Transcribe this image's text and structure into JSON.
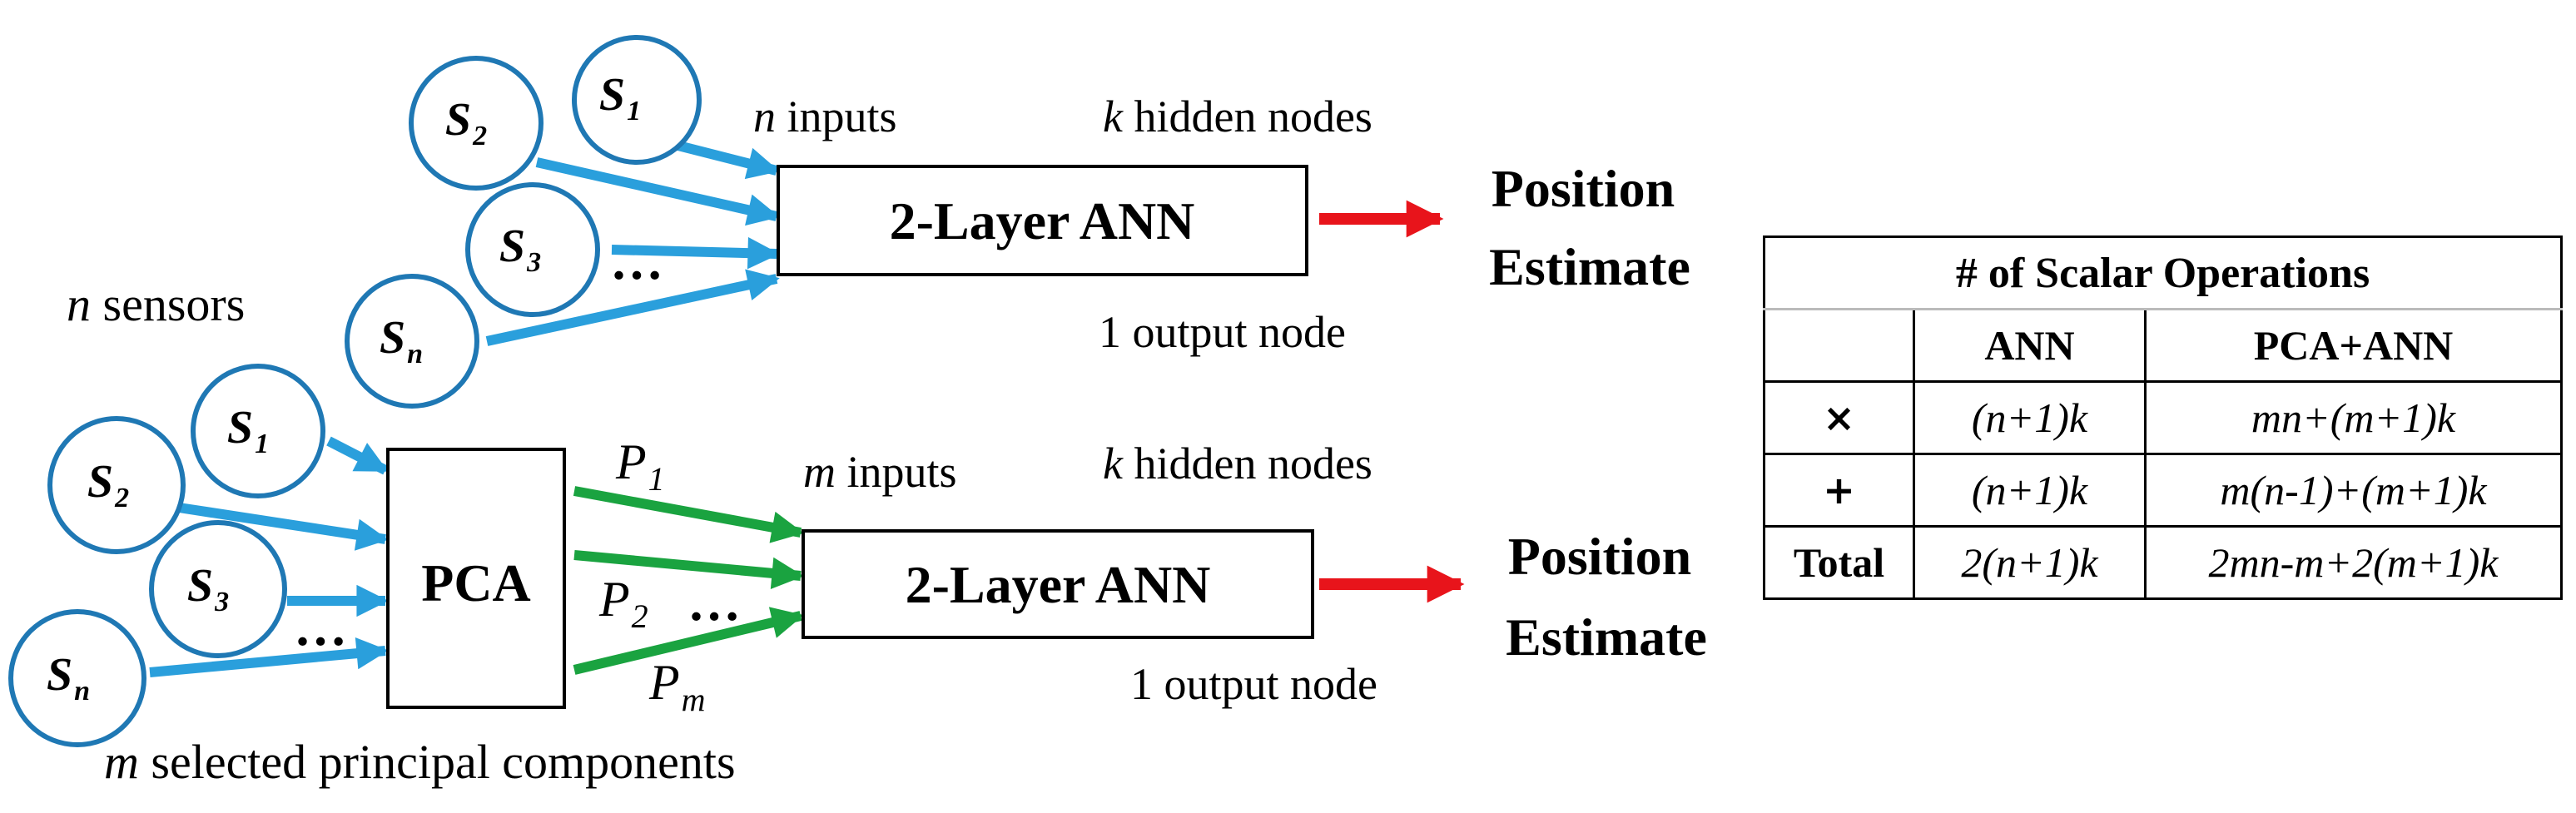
{
  "top": {
    "sensors": [
      {
        "main": "S",
        "sub": "1"
      },
      {
        "main": "S",
        "sub": "2"
      },
      {
        "main": "S",
        "sub": "3"
      },
      {
        "main": "S",
        "sub": "n"
      }
    ],
    "ellipsis": "…",
    "inputs_var": "n",
    "inputs_text": " inputs",
    "hidden_var": "k",
    "hidden_text": " hidden nodes",
    "ann_label": "2-Layer ANN",
    "output_text": "1 output node",
    "result_line1": "Position",
    "result_line2": "Estimate"
  },
  "sensors_caption": {
    "var": "n",
    "text": " sensors"
  },
  "bottom": {
    "sensors": [
      {
        "main": "S",
        "sub": "1"
      },
      {
        "main": "S",
        "sub": "2"
      },
      {
        "main": "S",
        "sub": "3"
      },
      {
        "main": "S",
        "sub": "n"
      }
    ],
    "ellipsis": "…",
    "pca_label": "PCA",
    "components": [
      {
        "main": "P",
        "sub": "1"
      },
      {
        "main": "P",
        "sub": "2"
      },
      {
        "main": "P",
        "sub": "m"
      }
    ],
    "comp_ellipsis": "…",
    "inputs_var": "m",
    "inputs_text": " inputs",
    "hidden_var": "k",
    "hidden_text": " hidden nodes",
    "ann_label": "2-Layer ANN",
    "output_text": "1 output node",
    "result_line1": "Position",
    "result_line2": "Estimate",
    "caption_var": "m",
    "caption_text": " selected principal components"
  },
  "colors": {
    "sensor_stroke": "#1f78b4",
    "sensor_arrow": "#2a9fdc",
    "component_arrow": "#1aa340",
    "output_arrow": "#e8141b"
  },
  "table": {
    "title": "# of Scalar Operations",
    "columns": [
      "",
      "ANN",
      "PCA+ANN"
    ],
    "rows": [
      {
        "label": "×",
        "ann": "(n+1)k",
        "pca_ann": "mn+(m+1)k"
      },
      {
        "label": "+",
        "ann": "(n+1)k",
        "pca_ann": "m(n-1)+(m+1)k"
      },
      {
        "label": "Total",
        "ann": "2(n+1)k",
        "pca_ann": "2mn-m+2(m+1)k"
      }
    ]
  }
}
